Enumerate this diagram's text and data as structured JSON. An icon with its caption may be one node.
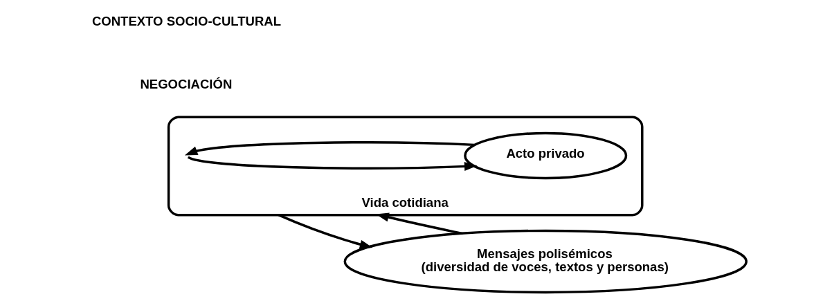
{
  "diagram": {
    "nodes": [
      {
        "text": [
          "Vida cotidiana"
        ]
      },
      {
        "text": [
          "Acto privado"
        ],
        "in": 0
      },
      {
        "text": [
          "Mensajes polisémicos",
          "(diversidad de voces, textos y personas)"
        ]
      }
    ],
    "edges": [
      {
        "from": 1,
        "to": 0,
        "arrow": "to"
      },
      {
        "from": 0,
        "to": 1,
        "arrow": "to"
      },
      {
        "from": 2,
        "to": 0,
        "arrow": "to"
      },
      {
        "from": 0,
        "to": 2,
        "arrow": "to"
      }
    ],
    "labels": [
      "NEGOCIACIÓN",
      "CONTEXTO SOCIO-CULTURAL"
    ]
  }
}
